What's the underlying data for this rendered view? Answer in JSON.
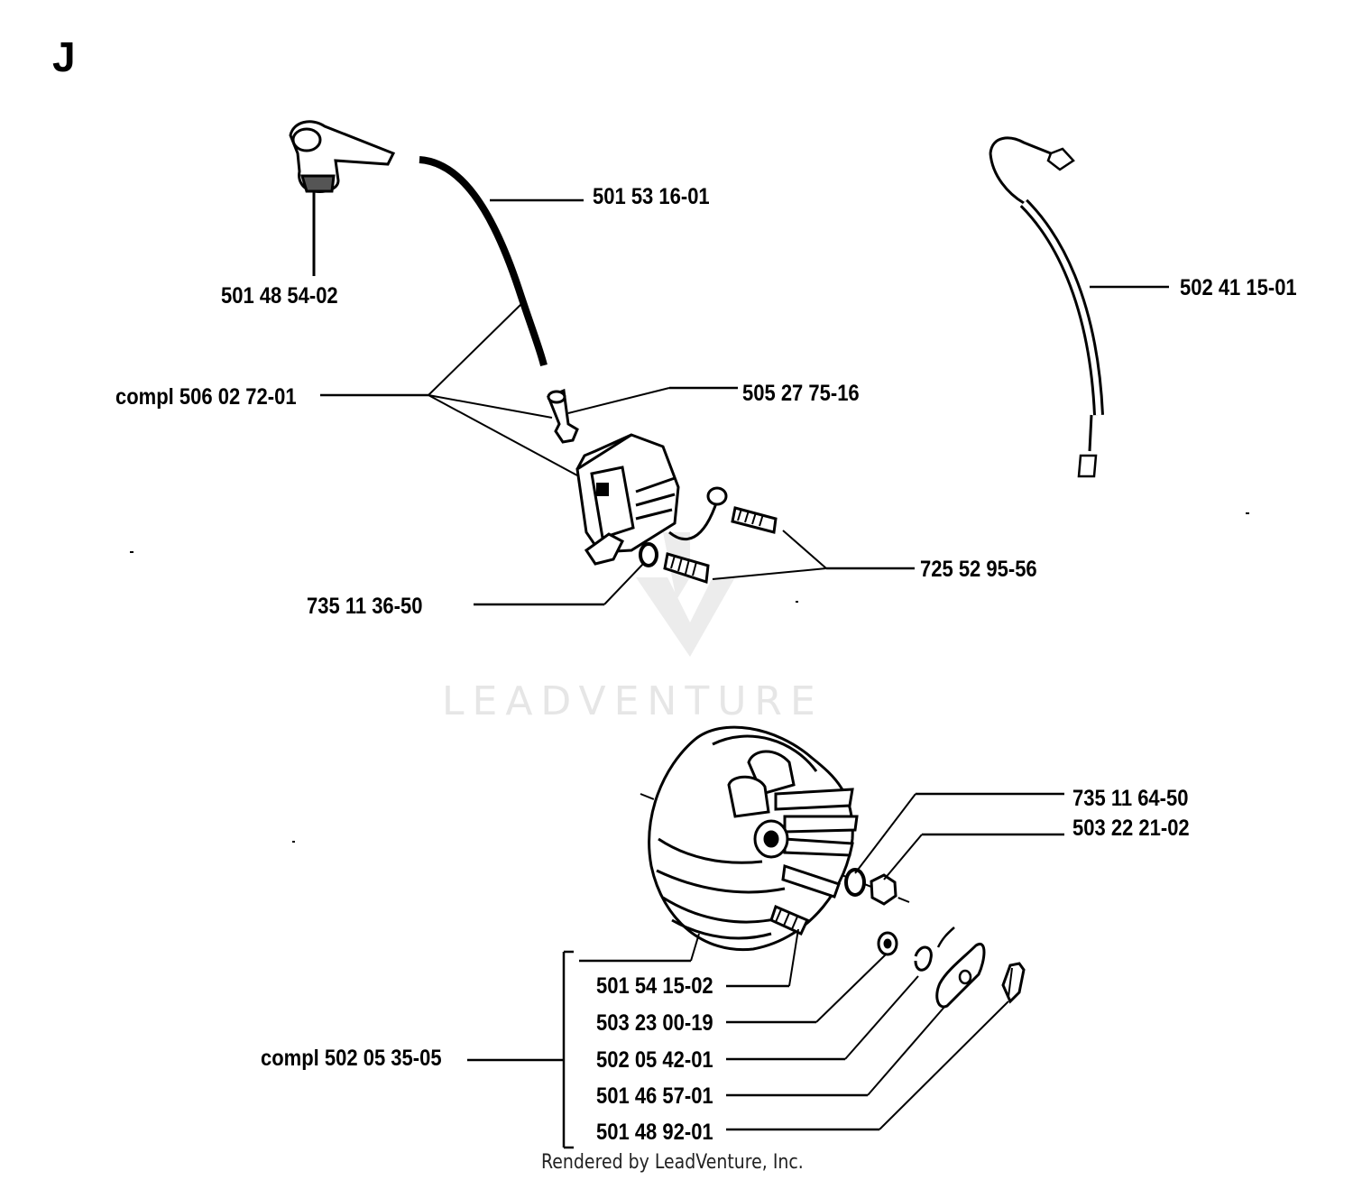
{
  "diagram": {
    "section_letter": "J",
    "watermark": "LEADVENTURE",
    "footer": "Rendered by LeadVenture, Inc.",
    "labels": {
      "p501_53_16_01": "501 53 16-01",
      "p501_48_54_02": "501 48 54-02",
      "p502_41_15_01": "502 41 15-01",
      "compl_506_02_72_01": "compl 506 02 72-01",
      "p505_27_75_16": "505 27 75-16",
      "p725_52_95_56": "725 52 95-56",
      "p735_11_36_50": "735 11 36-50",
      "p735_11_64_50": "735 11 64-50",
      "p503_22_21_02": "503 22 21-02",
      "p501_54_15_02": "501 54 15-02",
      "p503_23_00_19": "503 23 00-19",
      "p502_05_42_01": "502 05 42-01",
      "p501_46_57_01": "501 46 57-01",
      "p501_48_92_01": "501 48 92-01",
      "compl_502_05_35_05": "compl 502 05 35-05"
    }
  }
}
